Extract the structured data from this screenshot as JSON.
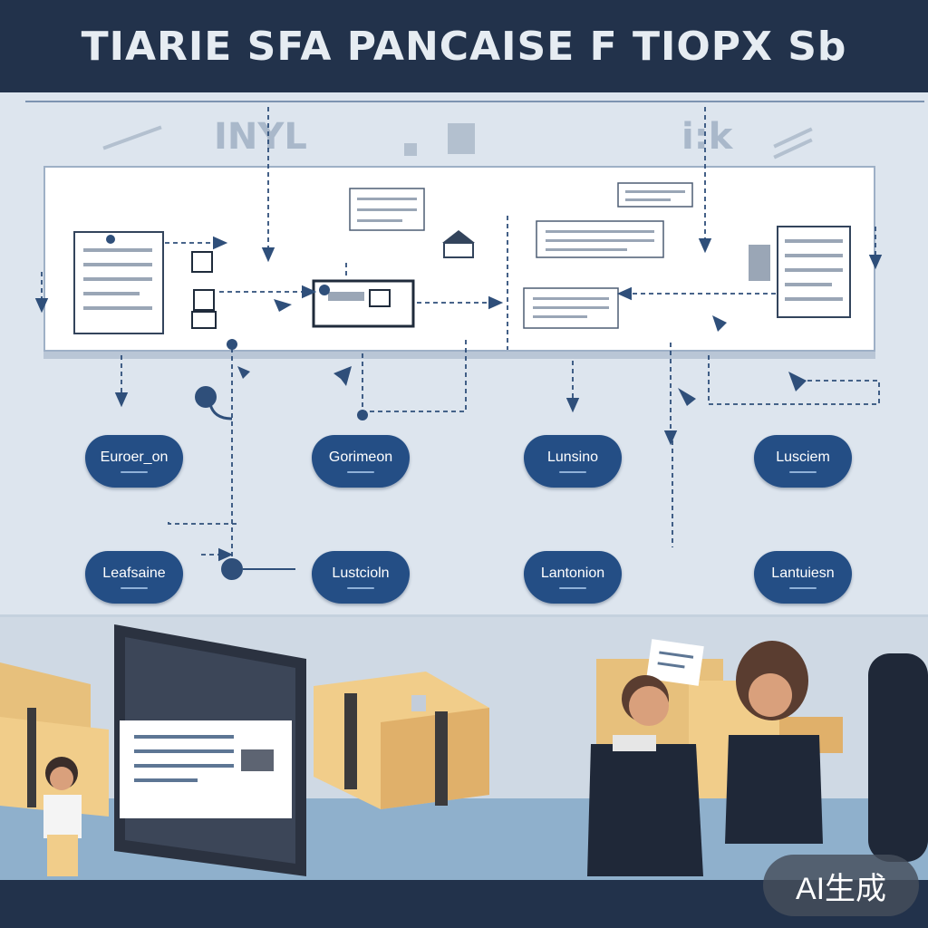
{
  "header": {
    "title": "TIARIE SFA PANCAISE F TIOPX Sb"
  },
  "panel_headers": [
    {
      "text": "INYL"
    },
    {
      "text": "i:k"
    }
  ],
  "nodes": [
    {
      "id": "n1",
      "label": "Euroer_on"
    },
    {
      "id": "n2",
      "label": "Gorimeon"
    },
    {
      "id": "n3",
      "label": "Lunsino"
    },
    {
      "id": "n4",
      "label": "Lusciem"
    },
    {
      "id": "n5",
      "label": "Leafsaine"
    },
    {
      "id": "n6",
      "label": "Lustcioln"
    },
    {
      "id": "n7",
      "label": "Lantonion"
    },
    {
      "id": "n8",
      "label": "Lantuiesn"
    }
  ],
  "watermark": {
    "text": "AI生成"
  },
  "colors": {
    "title_bar": "#22324b",
    "node_fill": "#244e85",
    "background": "#dde5ee",
    "box_tan": "#e7c07c"
  }
}
